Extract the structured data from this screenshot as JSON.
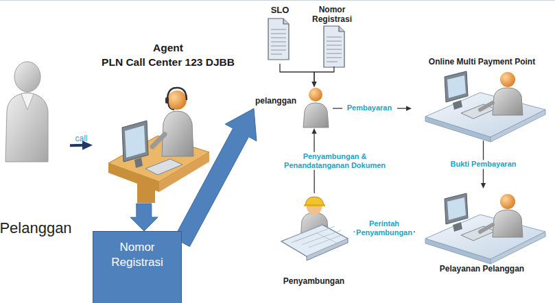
{
  "diagram": {
    "nodes": [
      {
        "text": [
          "Pelanggan"
        ]
      },
      {
        "text": [
          "Agent",
          "PLN Call Center 123 DJBB"
        ]
      },
      {
        "text": [
          "Nomor Registrasi"
        ]
      },
      {
        "text": [
          "SLO"
        ]
      },
      {
        "text": [
          "Nomor Registrasi"
        ]
      },
      {
        "text": [
          "pelanggan"
        ]
      },
      {
        "text": [
          "Online Multi Payment Point"
        ]
      },
      {
        "text": [
          "Pelayanan Pelanggan"
        ]
      },
      {
        "text": [
          "Penyambungan"
        ]
      }
    ],
    "edges": [
      {
        "from": 0,
        "to": 1,
        "arrow": "to",
        "label": "call"
      },
      {
        "from": 1,
        "to": 2,
        "arrow": "to"
      },
      {
        "from": 2,
        "to": 5,
        "arrow": "to"
      },
      {
        "from": 3,
        "to": 5,
        "arrow": "to"
      },
      {
        "from": 4,
        "to": 5,
        "arrow": "to"
      },
      {
        "from": 5,
        "to": 6,
        "arrow": "to",
        "label": "Pembayaran"
      },
      {
        "from": 6,
        "to": 7,
        "arrow": "to",
        "label": "Bukti Pembayaran"
      },
      {
        "from": 7,
        "to": 8,
        "arrow": "to",
        "label": "Perintah Penyambungan"
      },
      {
        "from": 8,
        "to": 5,
        "arrow": "to",
        "label": "Penyambungan & Penandatanganan Dokumen"
      }
    ]
  }
}
